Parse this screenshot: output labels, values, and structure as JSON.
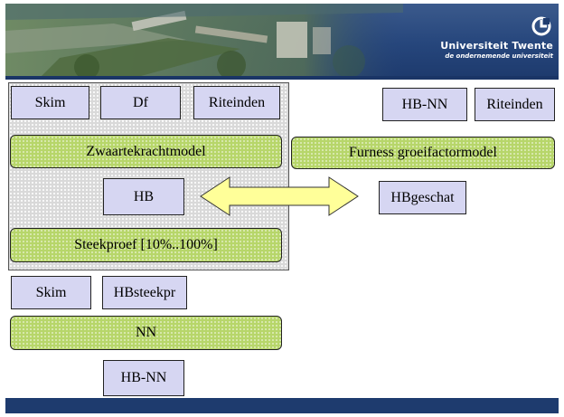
{
  "header": {
    "university_name": "Universiteit Twente",
    "tagline": "de ondernemende universiteit"
  },
  "diagram": {
    "gravity_inputs": [
      "Skim",
      "Df",
      "Riteinden"
    ],
    "gravity_model": "Zwaartekrachtmodel",
    "hb": "HB",
    "sample": "Steekproef [10%..100%]",
    "furness_inputs": [
      "HB-NN",
      "Riteinden"
    ],
    "furness_model": "Furness groeifactormodel",
    "hb_estimated": "HBgeschat",
    "nn_inputs": [
      "Skim",
      "HBsteekpr"
    ],
    "nn_model": "NN",
    "nn_output": "HB-NN"
  },
  "colors": {
    "box_fill": "#d6d6f2",
    "model_fill": "#b7d66a",
    "group_fill": "#d9d9d9",
    "arrow_fill": "#ffff99",
    "banner": "#1e3b6e"
  }
}
